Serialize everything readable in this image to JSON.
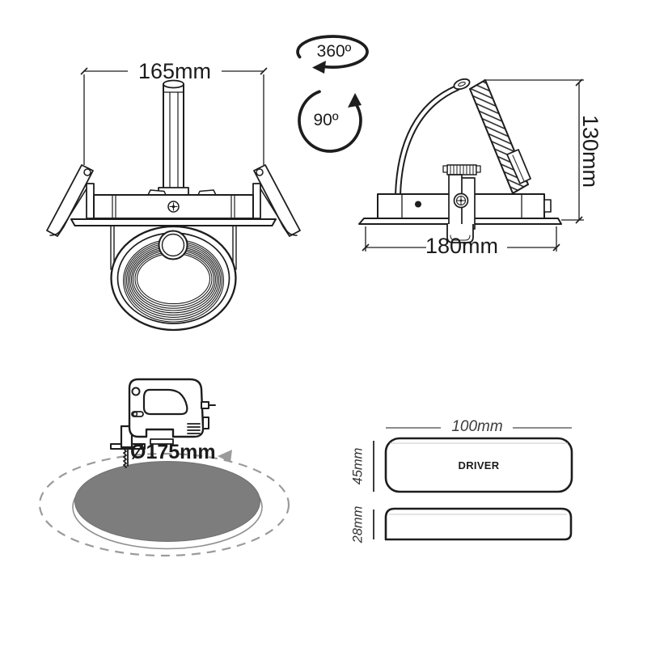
{
  "front_view": {
    "width_label": "165mm"
  },
  "rotation": {
    "full_label": "360º",
    "tilt_label": "90º"
  },
  "side_view": {
    "width_label": "180mm",
    "height_label": "130mm"
  },
  "cutout": {
    "diameter_label": "Ø175mm"
  },
  "driver": {
    "width_label": "100mm",
    "height_label": "45mm",
    "profile_height_label": "28mm",
    "name_label": "DRIVER"
  },
  "colors": {
    "line": "#1d1d1d",
    "disc_gray": "#7d7d7d",
    "dash_gray": "#9b9b9b",
    "dim_gray": "#8c8c8c"
  }
}
